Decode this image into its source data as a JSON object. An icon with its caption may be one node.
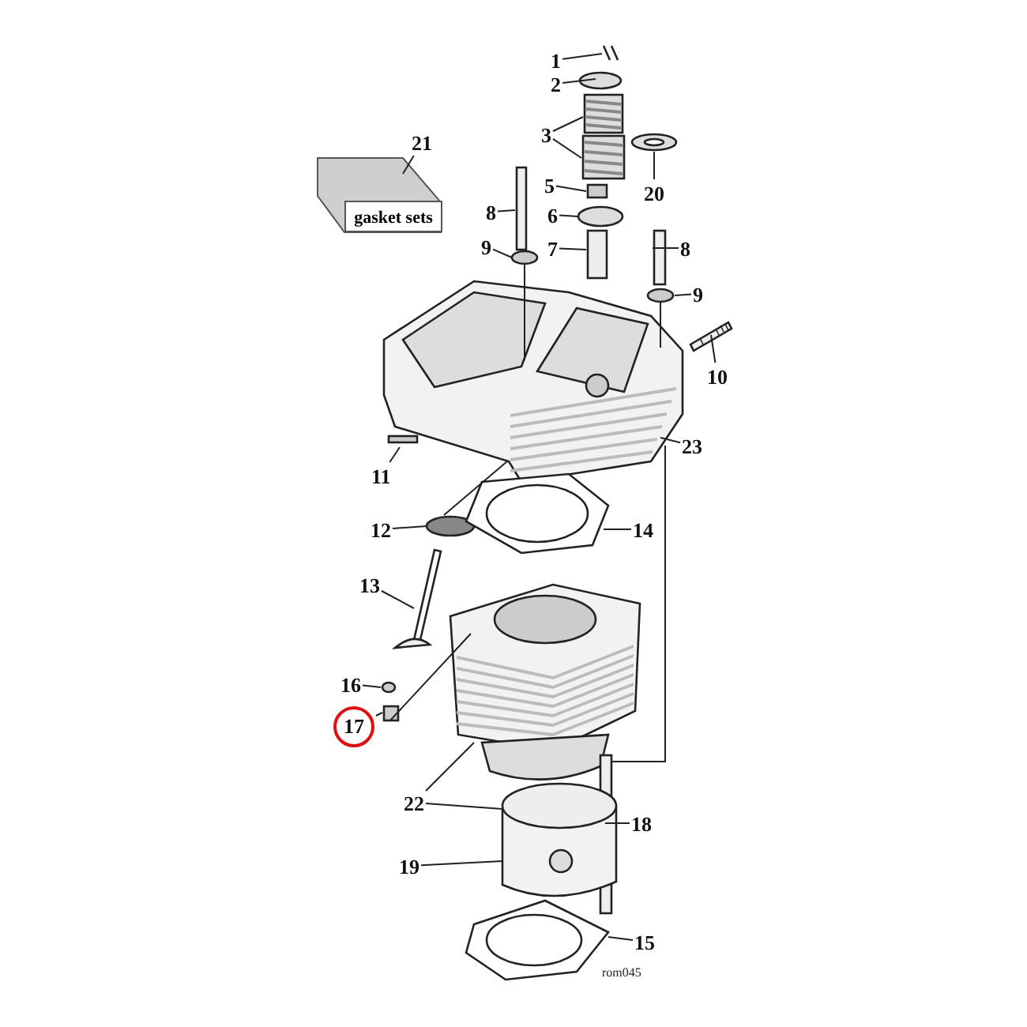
{
  "diagram": {
    "nodes": [
      {
        "text": [
          "1"
        ]
      },
      {
        "text": [],
        "shape": "picture"
      },
      {
        "text": [
          "2"
        ]
      },
      {
        "text": [],
        "shape": "circle"
      },
      {
        "text": [
          "3"
        ]
      },
      {
        "text": [],
        "shape": "picture"
      },
      {
        "text": [],
        "shape": "picture"
      },
      {
        "text": [
          "21"
        ]
      },
      {
        "text": [
          "gasket sets"
        ]
      },
      {
        "text": [
          "20"
        ]
      },
      {
        "text": [],
        "shape": "picture"
      },
      {
        "text": [
          "5"
        ]
      },
      {
        "text": [],
        "shape": "box"
      },
      {
        "text": [
          "8"
        ]
      },
      {
        "text": [],
        "shape": "box"
      },
      {
        "text": [
          "6"
        ]
      },
      {
        "text": [],
        "shape": "circle"
      },
      {
        "text": [
          "9"
        ]
      },
      {
        "text": [],
        "shape": "circle"
      },
      {
        "text": [
          "7"
        ]
      },
      {
        "text": [],
        "shape": "box"
      },
      {
        "text": [
          "8"
        ]
      },
      {
        "text": [],
        "shape": "box"
      },
      {
        "text": [
          "9"
        ]
      },
      {
        "text": [],
        "shape": "circle"
      },
      {
        "text": [
          "10"
        ]
      },
      {
        "text": [],
        "shape": "picture"
      },
      {
        "text": [
          "23"
        ]
      },
      {
        "text": [],
        "shape": "picture"
      },
      {
        "text": [
          "11"
        ]
      },
      {
        "text": [],
        "shape": "box"
      },
      {
        "text": [
          "12"
        ]
      },
      {
        "text": [],
        "shape": "circle"
      },
      {
        "text": [
          "14"
        ]
      },
      {
        "text": [],
        "shape": "picture"
      },
      {
        "text": [
          "13"
        ]
      },
      {
        "text": [],
        "shape": "picture"
      },
      {
        "text": [
          "16"
        ]
      },
      {
        "text": [],
        "shape": "circle"
      },
      {
        "text": [
          "17"
        ]
      },
      {
        "text": [],
        "shape": "box"
      },
      {
        "text": [
          "22"
        ]
      },
      {
        "text": [],
        "shape": "picture"
      },
      {
        "text": [
          "18"
        ]
      },
      {
        "text": [],
        "shape": "picture"
      },
      {
        "text": [
          "19"
        ]
      },
      {
        "text": [],
        "shape": "picture"
      },
      {
        "text": [
          "15"
        ]
      },
      {
        "text": [],
        "shape": "picture"
      }
    ],
    "edges": [
      {
        "from": 0,
        "to": 1,
        "arrow": "none"
      },
      {
        "from": 2,
        "to": 3,
        "arrow": "none"
      },
      {
        "from": 4,
        "to": 5,
        "arrow": "none"
      },
      {
        "from": 4,
        "to": 6,
        "arrow": "none"
      },
      {
        "from": 7,
        "to": 8,
        "arrow": "none"
      },
      {
        "from": 9,
        "to": 10,
        "arrow": "none"
      },
      {
        "from": 11,
        "to": 12,
        "arrow": "none"
      },
      {
        "from": 13,
        "to": 14,
        "arrow": "none"
      },
      {
        "from": 15,
        "to": 16,
        "arrow": "none"
      },
      {
        "from": 17,
        "to": 18,
        "arrow": "none"
      },
      {
        "from": 19,
        "to": 20,
        "arrow": "none"
      },
      {
        "from": 21,
        "to": 22,
        "arrow": "none"
      },
      {
        "from": 23,
        "to": 24,
        "arrow": "none"
      },
      {
        "from": 25,
        "to": 26,
        "arrow": "none"
      },
      {
        "from": 27,
        "to": 28,
        "arrow": "none"
      },
      {
        "from": 29,
        "to": 30,
        "arrow": "none"
      },
      {
        "from": 31,
        "to": 32,
        "arrow": "none"
      },
      {
        "from": 33,
        "to": 34,
        "arrow": "none"
      },
      {
        "from": 35,
        "to": 36,
        "arrow": "none"
      },
      {
        "from": 37,
        "to": 38,
        "arrow": "none"
      },
      {
        "from": 39,
        "to": 40,
        "arrow": "none"
      },
      {
        "from": 41,
        "to": 42,
        "arrow": "none"
      },
      {
        "from": 41,
        "to": 46,
        "arrow": "none"
      },
      {
        "from": 43,
        "to": 44,
        "arrow": "none"
      },
      {
        "from": 45,
        "to": 46,
        "arrow": "none"
      },
      {
        "from": 47,
        "to": 48,
        "arrow": "none"
      },
      {
        "from": 18,
        "to": 28,
        "arrow": "none"
      },
      {
        "from": 24,
        "to": 28,
        "arrow": "none"
      },
      {
        "from": 28,
        "to": 32,
        "arrow": "none"
      },
      {
        "from": 40,
        "to": 42,
        "arrow": "none"
      },
      {
        "from": 28,
        "to": 44,
        "arrow": "none"
      }
    ],
    "labels": [
      "rom045"
    ]
  }
}
